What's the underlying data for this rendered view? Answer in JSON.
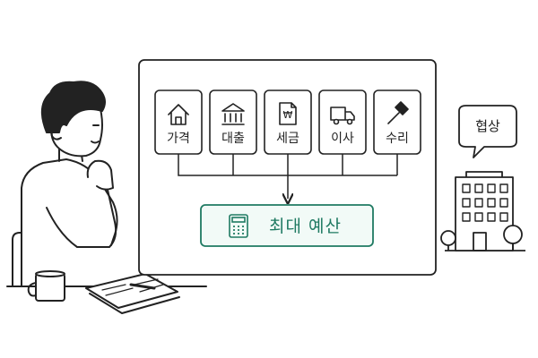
{
  "diagram": {
    "factors": [
      {
        "label": "가격",
        "icon": "house-icon"
      },
      {
        "label": "대출",
        "icon": "bank-icon"
      },
      {
        "label": "세금",
        "icon": "tax-document-icon"
      },
      {
        "label": "이사",
        "icon": "moving-truck-icon"
      },
      {
        "label": "수리",
        "icon": "hammer-icon"
      }
    ],
    "result": {
      "label": "최대 예산",
      "icon": "calculator-icon"
    },
    "bubble": {
      "label": "협상",
      "icon": "speech-bubble-icon"
    },
    "colors": {
      "accent": "#1f7a62",
      "accent_fill": "#f2faf7",
      "line": "#222222"
    }
  }
}
